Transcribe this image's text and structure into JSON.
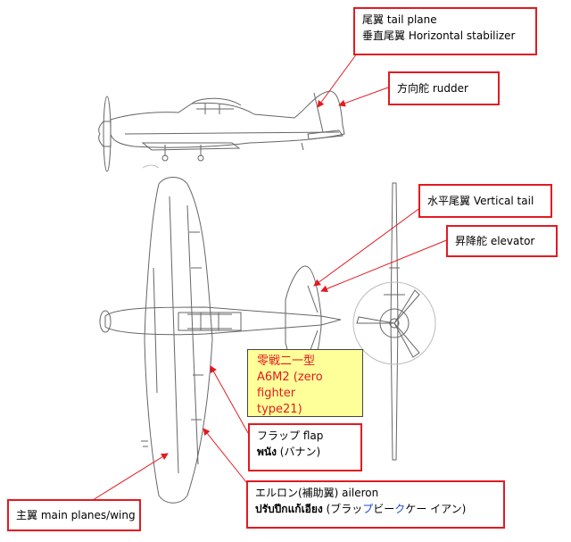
{
  "labels": {
    "tail_plane": {
      "jp": "尾翼 tail plane",
      "alt": "垂直尾翼 Horizontal stabilizer"
    },
    "rudder": "方向舵 rudder",
    "vertical_tail": "水平尾翼 Vertical tail",
    "elevator": "昇降舵 elevator",
    "flap": {
      "jp": "フラップ flap",
      "th_a": "พนัง",
      "th_b": " (バナン)"
    },
    "aileron": {
      "jp": "エルロン(補助翼) aileron",
      "th": "ปรับปีกแก้เอียง",
      "kana_a": " (ブラッ",
      "kana_b": "プ",
      "kana_c": "ビー",
      "kana_d": "ク",
      "kana_e": "ケー イアン)"
    },
    "main_wing": "主翼 main planes/wing"
  },
  "model": {
    "name_jp": "零戦二一型",
    "name_en_1": "A6M2 (zero fighter",
    "name_en_2": "type21)"
  },
  "colors": {
    "label_border": "#e11b22",
    "arrow": "#e11b22",
    "model_box": "#ffff99",
    "model_text": "#e11b22",
    "drawing": "#666666"
  }
}
